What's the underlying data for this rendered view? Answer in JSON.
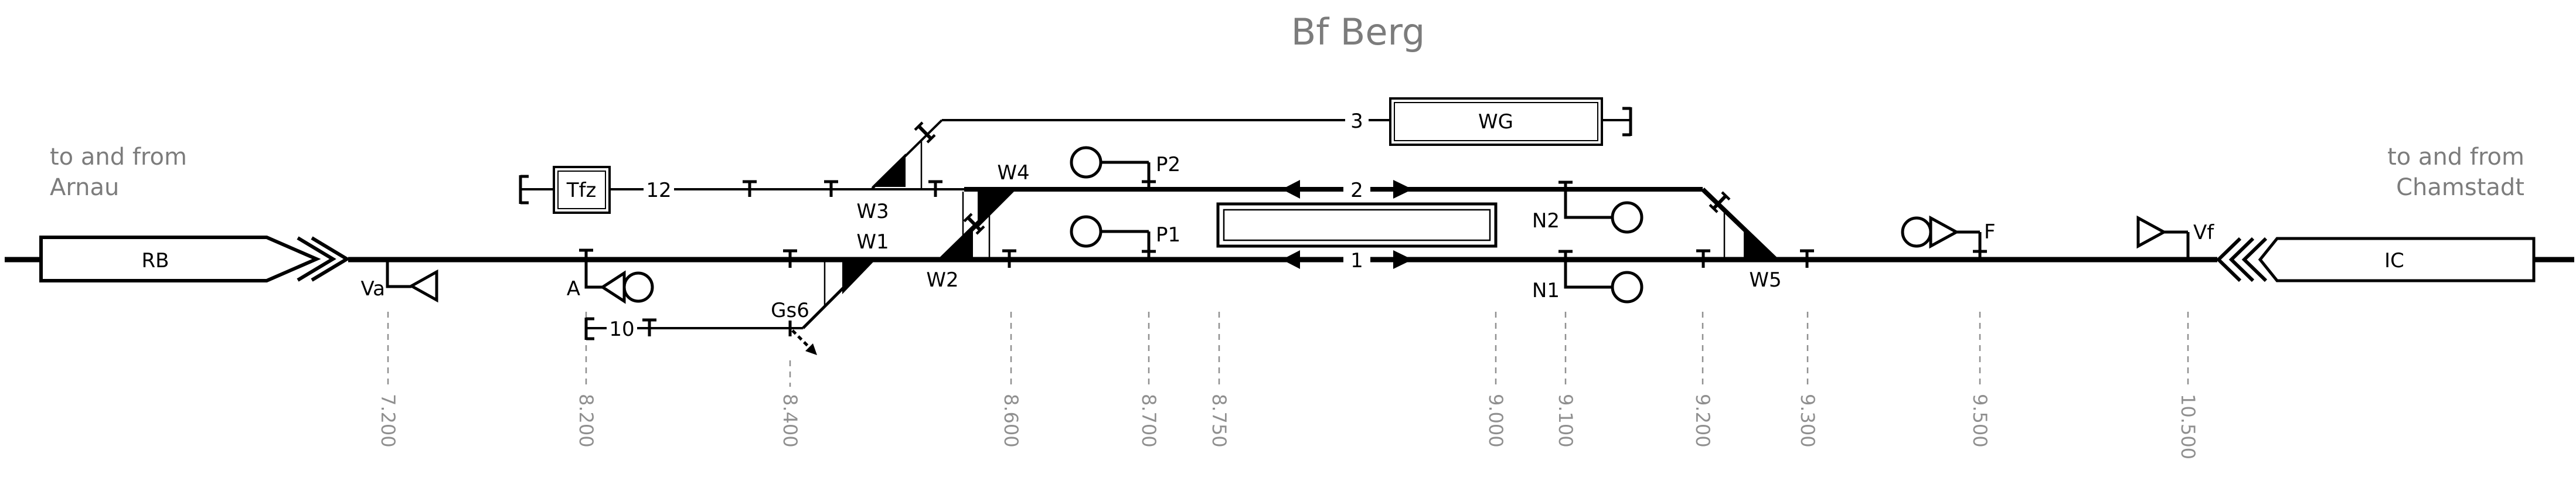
{
  "title": "Bf Berg",
  "notes": {
    "left_line1": "to and from",
    "left_line2": "Arnau",
    "right_line1": "to and from",
    "right_line2": "Chamstadt"
  },
  "trains": {
    "rb": "RB",
    "ic": "IC"
  },
  "buildings": {
    "tfz": "Tfz",
    "wg": "WG"
  },
  "tracks": {
    "t1": "1",
    "t2": "2",
    "t3": "3",
    "t10": "10",
    "t12": "12"
  },
  "switches": {
    "w1": "W1",
    "w2": "W2",
    "w3": "W3",
    "w4": "W4",
    "w5": "W5"
  },
  "signals": {
    "va": "Va",
    "a": "A",
    "p1": "P1",
    "p2": "P2",
    "n1": "N1",
    "n2": "N2",
    "f": "F",
    "vf": "Vf",
    "gs6": "Gs6"
  },
  "mileposts": [
    "7.200",
    "8.200",
    "8.400",
    "8.600",
    "8.700",
    "8.750",
    "9.000",
    "9.100",
    "9.200",
    "9.300",
    "9.500",
    "10.500"
  ],
  "colors": {
    "ink": "#000000",
    "muted": "#7c7c7c",
    "milepost": "#8f8f8f"
  }
}
